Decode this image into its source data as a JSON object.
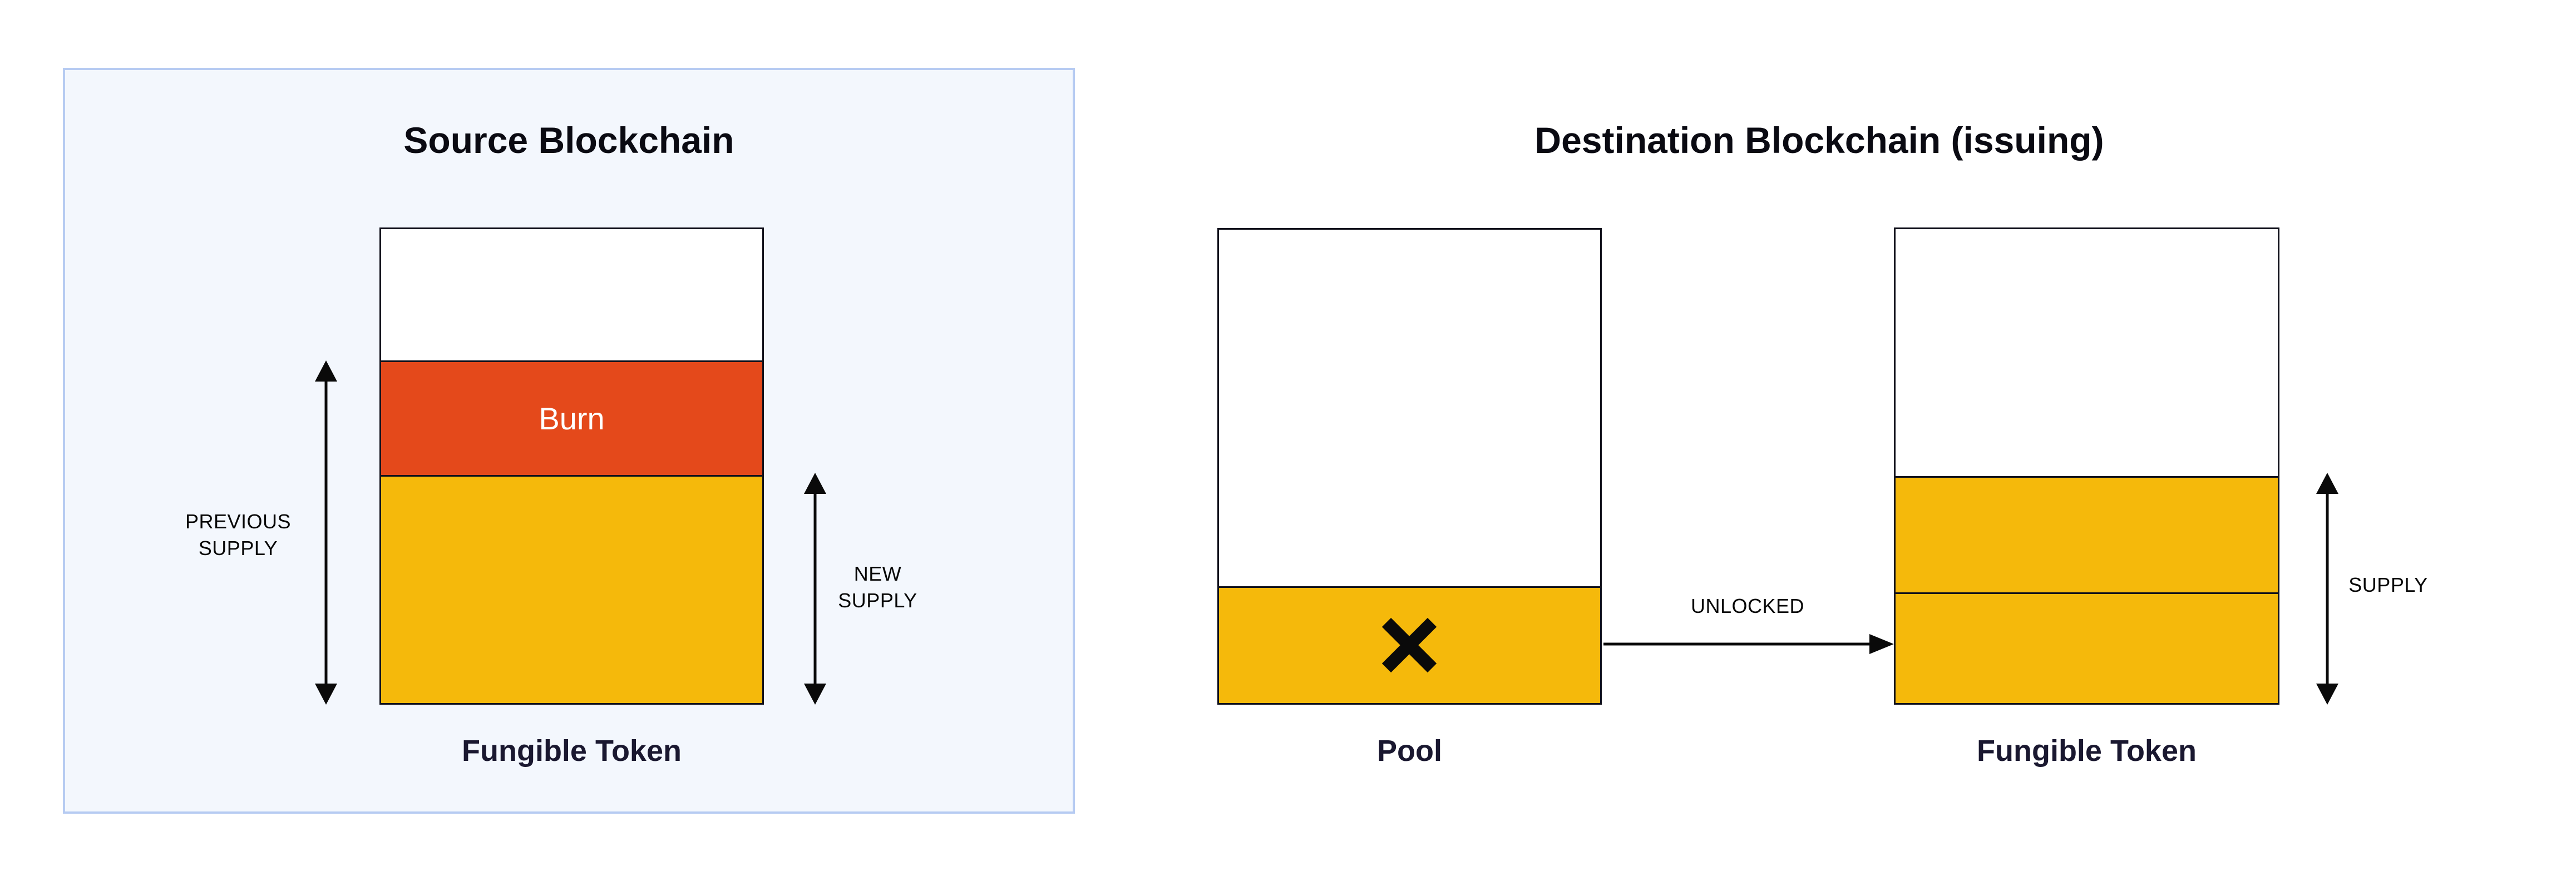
{
  "colors": {
    "canvas_bg": "#ffffff",
    "source_panel_bg": "#f3f7fd",
    "source_panel_border": "#b6cbf2",
    "dest_panel_bg": "#f4f1fb",
    "dest_panel_border": "#371a6f",
    "bar_border": "#12121c",
    "bar_white": "#ffffff",
    "burn_orange": "#e4491b",
    "token_yellow": "#f5b90b",
    "arrow_black": "#0a0a0a",
    "title_text": "#0a0a12",
    "label_text": "#1a1830",
    "small_label_text": "#070707"
  },
  "icons": {
    "pool_locked": "cross-icon",
    "previous_supply": "double-vertical-arrow",
    "new_supply": "double-vertical-arrow",
    "supply": "double-vertical-arrow",
    "unlocked": "right-arrow"
  },
  "source_panel": {
    "title": "Source Blockchain",
    "bar": {
      "burn_label": "Burn",
      "caption": "Fungible Token"
    },
    "previous_supply_label": {
      "line1": "PREVIOUS",
      "line2": "SUPPLY"
    },
    "new_supply_label": {
      "line1": "NEW",
      "line2": "SUPPLY"
    }
  },
  "destination_panel": {
    "title": "Destination Blockchain (issuing)",
    "pool_bar": {
      "caption": "Pool"
    },
    "unlocked_label": "UNLOCKED",
    "token_bar": {
      "caption": "Fungible Token"
    },
    "supply_label": "SUPPLY"
  }
}
